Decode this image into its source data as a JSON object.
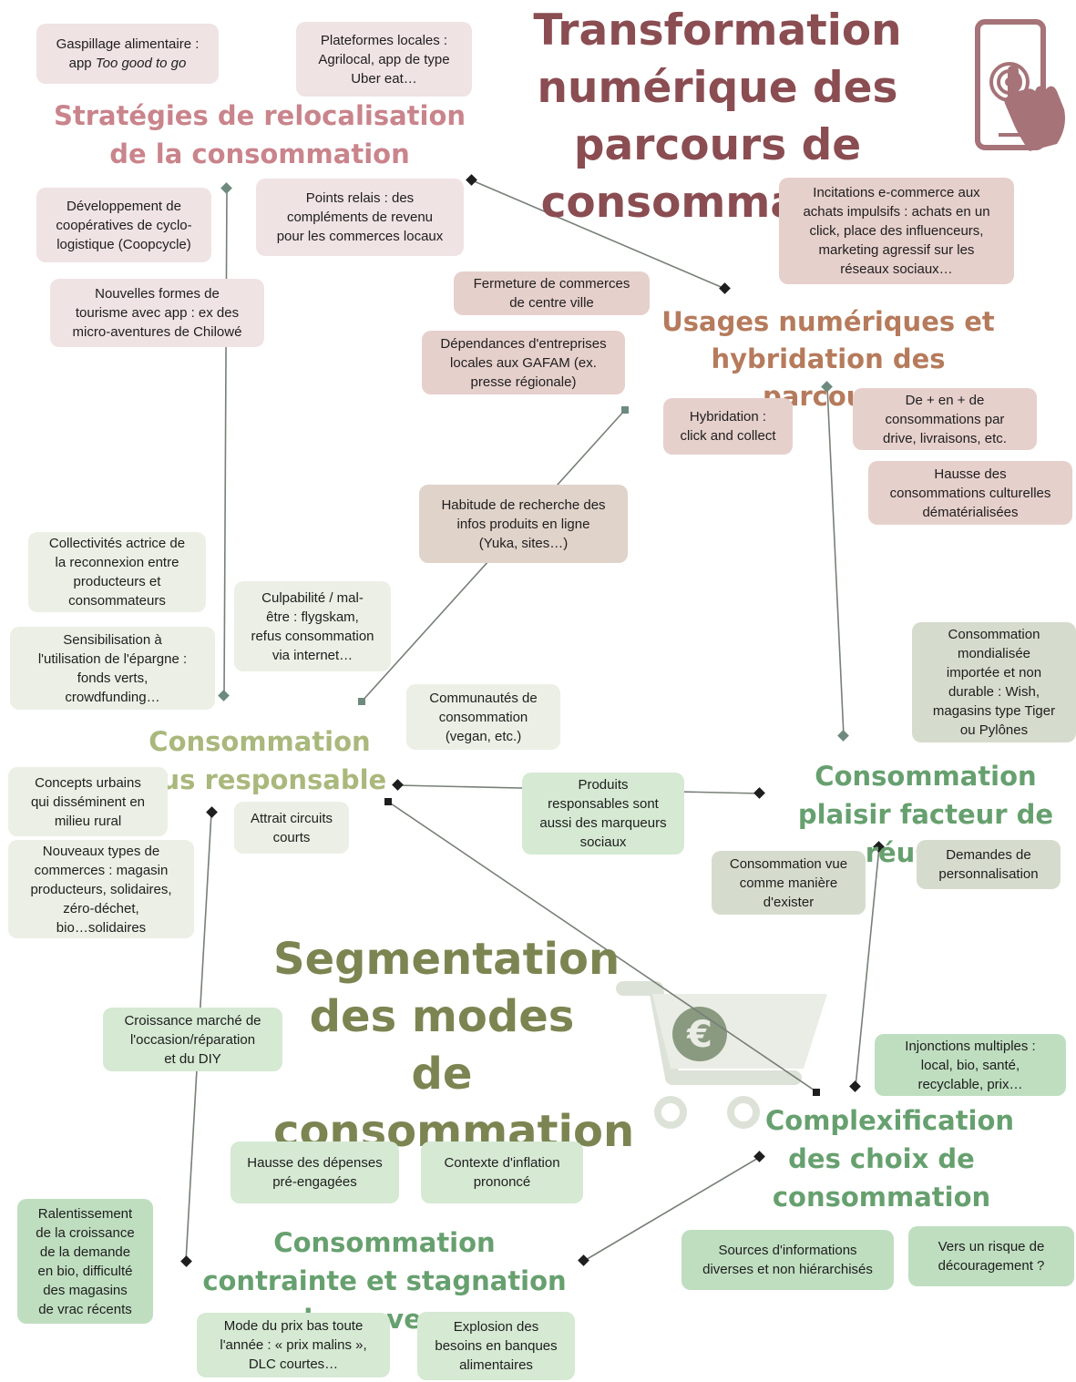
{
  "colors": {
    "main_title": "#8a4d52",
    "segmentation_title": "#7c8552",
    "relocalisation": "#c9848c",
    "usages": "#b57b5c",
    "responsable": "#a9b87c",
    "green_topics": "#67a06f",
    "connector": "#777f77",
    "icon_phone": "#a57378",
    "icon_cart": "#8a9a80"
  },
  "titles": {
    "main": "Transformation numérique des parcours de consommation",
    "segmentation": "Segmentation des modes de consommation",
    "relocalisation": "Stratégies de relocalisation de la consommation",
    "usages": "Usages numériques et hybridation des parcours",
    "responsable": "Consommation plus responsable",
    "plaisir": "Consommation plaisir facteur de réussite",
    "complexification": "Complexification des choix de consommation",
    "contrainte": "Consommation contrainte et stagnation des revenus"
  },
  "icons": {
    "phone": "smartphone-touch-icon",
    "cart": "euro-cart-icon"
  },
  "boxes": {
    "gaspillage_pre": "Gaspillage alimentaire :\napp ",
    "gaspillage_italic": "Too good to go",
    "plateformes": "Plateformes locales :\nAgrilocal, app de type\nUber eat…",
    "cooperatives": "Développement de\ncoopératives de cyclo-\nlogistique (Coopcycle)",
    "points_relais": "Points relais : des\ncompléments de revenu\npour les commerces locaux",
    "incitations": "Incitations e-commerce aux\nachats impulsifs : achats en un\nclick, place des influenceurs,\nmarketing agressif sur les\nréseaux sociaux…",
    "tourisme": "Nouvelles formes de\ntourisme avec app : ex des\nmicro-aventures de Chilowé",
    "fermeture": "Fermeture de commerces\nde centre ville",
    "dependances": "Dépendances d'entreprises\nlocales aux GAFAM (ex.\npresse régionale)",
    "hybridation": "Hybridation :\nclick and collect",
    "drive": "De + en + de\nconsommations par\ndrive, livraisons, etc.",
    "culturelles": "Hausse des\nconsommations culturelles\ndématérialisées",
    "habitude": "Habitude de recherche des\ninfos produits en ligne\n(Yuka, sites…)",
    "collectivites": "Collectivités actrice de\nla reconnexion entre\nproducteurs et\nconsommateurs",
    "culpabilite": "Culpabilité / mal-\nêtre : flygskam,\nrefus consommation\nvia internet…",
    "sensibilisation": "Sensibilisation à\nl'utilisation de l'épargne :\nfonds verts,\ncrowdfunding…",
    "mondialisee": "Consommation\nmondialisée\nimportée et non\ndurable : Wish,\nmagasins type Tiger\nou Pylônes",
    "communautes": "Communautés de\nconsommation\n(vegan, etc.)",
    "concepts": "Concepts urbains\nqui disséminent en\nmilieu rural",
    "produits": "Produits\nresponsables sont\naussi des marqueurs\nsociaux",
    "attrait": "Attrait circuits\ncourts",
    "vue": "Consommation vue\ncomme manière\nd'exister",
    "personnalisation": "Demandes de\npersonnalisation",
    "nouveaux_types": "Nouveaux types de\ncommerces : magasin\nproducteurs, solidaires,\nzéro-déchet,\nbio…solidaires",
    "occasion": "Croissance marché de\nl'occasion/réparation\net du DIY",
    "injonctions": "Injonctions multiples :\nlocal, bio, santé,\nrecyclable, prix…",
    "depenses": "Hausse des dépenses\npré-engagées",
    "inflation": "Contexte d'inflation\nprononcé",
    "ralentissement": "Ralentissement\nde la croissance\nde la demande\nen bio, difficulté\ndes magasins\nde vrac récents",
    "sources": "Sources d'informations\ndiverses et non hiérarchisés",
    "decouragement": "Vers un risque de\ndécouragement ?",
    "prix_bas": "Mode du prix bas toute\nl'année : « prix malins »,\nDLC courtes…",
    "banques": "Explosion des\nbesoins en banques\nalimentaires"
  }
}
